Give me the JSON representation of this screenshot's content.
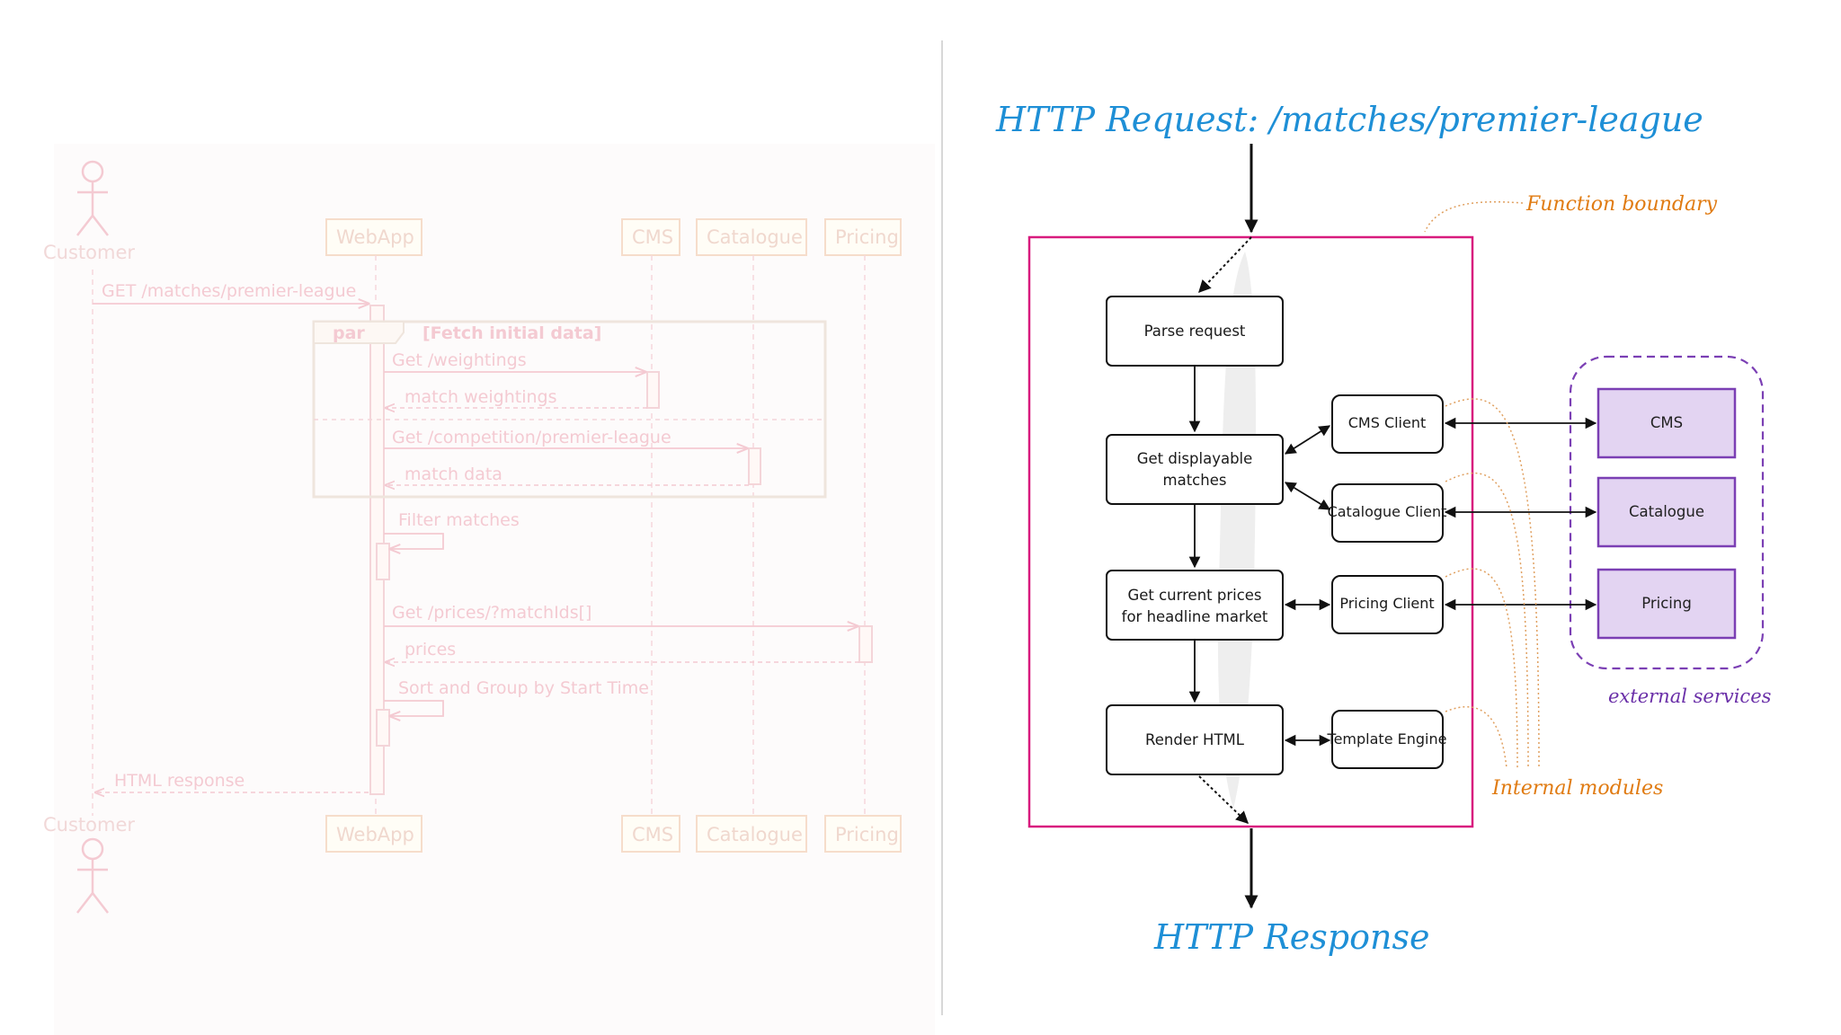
{
  "sequence_diagram": {
    "actor": "Customer",
    "participants": [
      "WebApp",
      "CMS",
      "Catalogue",
      "Pricing"
    ],
    "messages": {
      "request": "GET /matches/premier-league",
      "get_weightings": "Get /weightings",
      "match_weightings": "match weightings",
      "get_competition": "Get /competition/premier-league",
      "match_data": "match data",
      "filter": "Filter matches",
      "get_prices": "Get /prices/?matchIds[]",
      "prices": "prices",
      "sort": "Sort and Group by Start Time",
      "response": "HTML response"
    },
    "fragment": {
      "operator": "par",
      "guard": "[Fetch initial data]"
    }
  },
  "architecture": {
    "request_title": "HTTP Request: /matches/premier-league",
    "response_title": "HTTP Response",
    "function_boundary_label": "Function boundary",
    "internal_modules_label": "Internal modules",
    "external_services_label": "external services",
    "steps": {
      "parse": "Parse request",
      "get_matches_1": "Get displayable",
      "get_matches_2": "matches",
      "prices_1": "Get current prices",
      "prices_2": "for headline market",
      "render": "Render HTML"
    },
    "clients": {
      "cms": "CMS Client",
      "catalogue": "Catalogue Client",
      "pricing": "Pricing Client",
      "template": "Template Engine"
    },
    "services": {
      "cms": "CMS",
      "catalogue": "Catalogue",
      "pricing": "Pricing"
    },
    "colors": {
      "title_blue": "#1e8fd6",
      "annotation_orange": "#e07b12",
      "boundary_magenta": "#d81b7e",
      "service_purple": "#7b3fb4",
      "service_fill": "#e3d4f2",
      "seq_faded": "#f4c8d0"
    }
  }
}
